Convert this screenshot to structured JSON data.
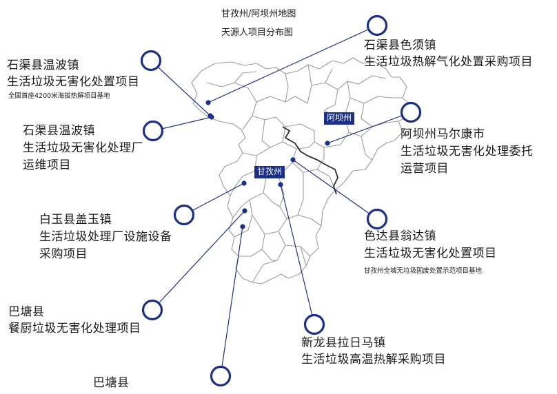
{
  "map_title": {
    "line1": "甘孜州/阿坝州地图",
    "line2": "天源人项目分布图"
  },
  "regions": {
    "aba": "阿坝州",
    "ganzi": "甘孜州"
  },
  "colors": {
    "accent": "#1b2f86",
    "border": "#9c9c9c",
    "boundary": "#2b2b2b"
  },
  "projects": [
    {
      "location": "石渠县温波镇",
      "line2": "生活垃圾无害化处置项目",
      "note": "全国首座4200米海拔热解项目基地"
    },
    {
      "location": "石渠县色须镇",
      "line2": "生活垃圾热解气化处置采购项目"
    },
    {
      "location": "石渠县温波镇",
      "line2": "生活垃圾无害化处理厂",
      "line3": "运维项目"
    },
    {
      "location": "阿坝州马尔康市",
      "line2": "生活垃圾无害化处理委托",
      "line3": "运营项目"
    },
    {
      "location": "白玉县盖玉镇",
      "line2": "生活垃圾处理厂设施设备",
      "line3": "采购项目"
    },
    {
      "location": "色达县翁达镇",
      "line2": "生活垃圾无害化处置项目",
      "note": "甘孜州全域无垃圾固废处置示范项目基地"
    },
    {
      "location": "巴塘县",
      "line2": "餐厨垃圾无害化处理项目"
    },
    {
      "location": "新龙县拉日马镇",
      "line2": "生活垃圾高温热解采购项目"
    },
    {
      "location": "巴塘县"
    }
  ]
}
